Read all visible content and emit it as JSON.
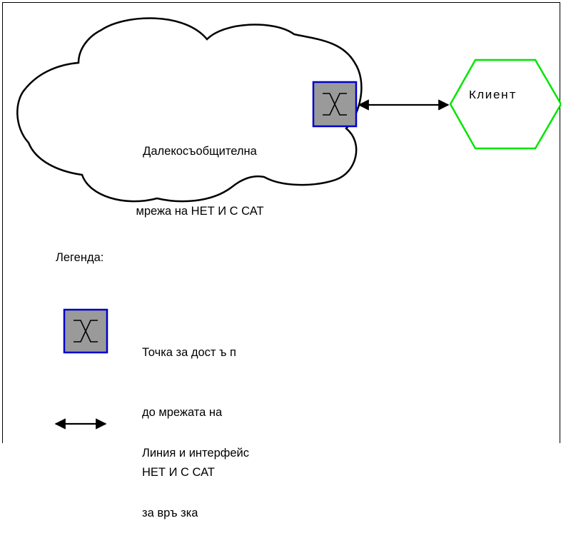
{
  "network": {
    "cloud_label_line1": "Далекосъобщителна",
    "cloud_label_line2": "мрежа на НЕТ И С САТ"
  },
  "client": {
    "label": "Клиент",
    "border_color": "#00e600"
  },
  "access_point": {
    "icon": "switch-icon",
    "fill_color": "#9a9a9a",
    "border_color": "#0000cc"
  },
  "legend": {
    "title": "Легенда:",
    "access_point_line1": "Точка за дост ъ п",
    "access_point_line2": "до мрежата на",
    "access_point_line3": "НЕТ И С САТ",
    "link_line1": "Линия и интерфейс",
    "link_line2": "за връ зка"
  }
}
